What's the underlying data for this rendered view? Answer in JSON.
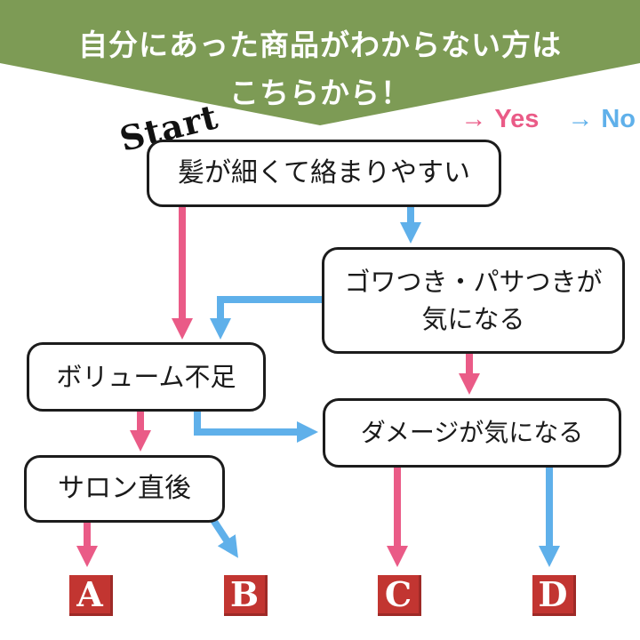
{
  "banner": {
    "line1": "自分にあった商品がわからない方は",
    "line2": "こちらから！",
    "bg_color": "#7d9b55",
    "text_color": "#ffffff"
  },
  "legend": {
    "yes_arrow": "→",
    "yes_label": "Yes",
    "yes_color": "#ea5b87",
    "no_arrow": "→",
    "no_label": "No",
    "no_color": "#5fb0ea"
  },
  "start_label": "Start",
  "nodes": {
    "q1": {
      "text": "髪が細くて絡まりやすい"
    },
    "q2": {
      "line1": "ゴワつき・パサつきが",
      "line2": "気になる"
    },
    "q3": {
      "text": "ボリューム不足"
    },
    "q4": {
      "text": "ダメージが気になる"
    },
    "q5": {
      "text": "サロン直後"
    }
  },
  "results": {
    "a": "A",
    "b": "B",
    "c": "C",
    "d": "D",
    "box_color": "#c23531",
    "letter_color": "#ffffff"
  },
  "edges": [
    {
      "from": "q1",
      "answer": "yes",
      "to": "q3"
    },
    {
      "from": "q1",
      "answer": "no",
      "to": "q2"
    },
    {
      "from": "q2",
      "answer": "no",
      "to": "q3"
    },
    {
      "from": "q2",
      "answer": "yes",
      "to": "q4"
    },
    {
      "from": "q3",
      "answer": "yes",
      "to": "q5"
    },
    {
      "from": "q3",
      "answer": "no",
      "to": "q4"
    },
    {
      "from": "q5",
      "answer": "yes",
      "to": "A"
    },
    {
      "from": "q5",
      "answer": "no",
      "to": "B"
    },
    {
      "from": "q4",
      "answer": "yes",
      "to": "C"
    },
    {
      "from": "q4",
      "answer": "no",
      "to": "D"
    }
  ]
}
